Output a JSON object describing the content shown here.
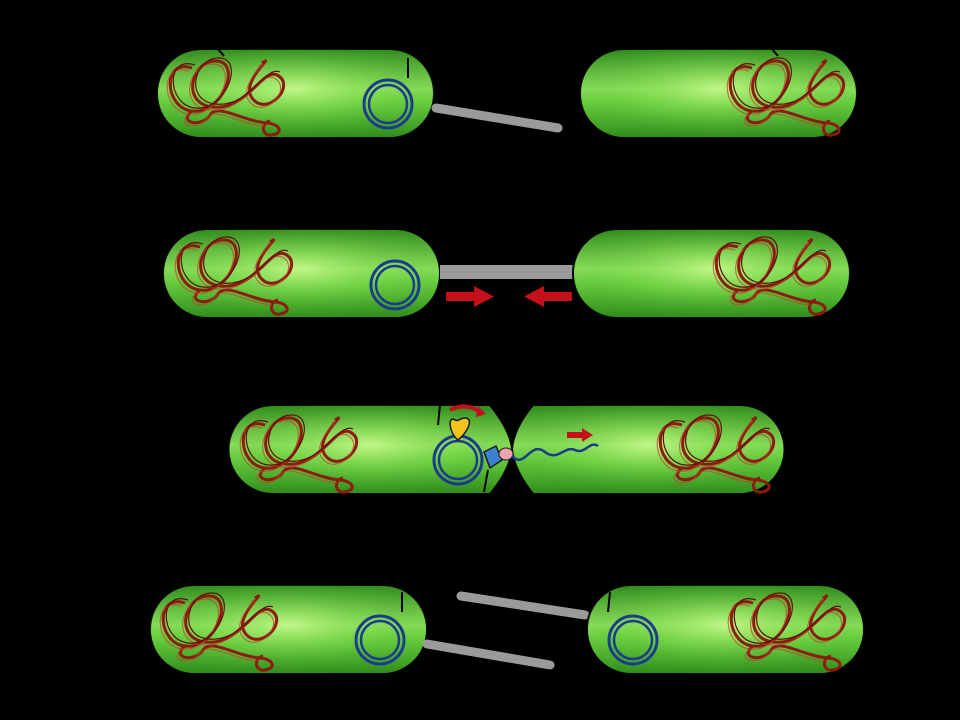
{
  "diagram": {
    "colors": {
      "background": "#000000",
      "cell_edge": "#2f8a1c",
      "cell_mid": "#5fc53a",
      "cell_light": "#b9f27f",
      "chromosome": "#8b1c0e",
      "plasmid": "#1b3c8c",
      "pilus": "#9a9a9a",
      "arrow": "#c4101a",
      "enzyme_yellow": "#f2c21d",
      "enzyme_blue": "#3e7fd0",
      "enzyme_pink": "#f0a3b0"
    },
    "stages": [
      {
        "id": "stage-1",
        "description_icons": [
          "donor-cell",
          "recipient-cell",
          "pilus-extending"
        ]
      },
      {
        "id": "stage-2",
        "description_icons": [
          "donor-cell",
          "recipient-cell",
          "pilus-connecting",
          "pull-arrow-right",
          "pull-arrow-left"
        ]
      },
      {
        "id": "stage-3",
        "description_icons": [
          "donor-cell",
          "recipient-cell",
          "relaxase-enzyme",
          "transferred-strand",
          "transfer-arrow",
          "rotation-arrow"
        ]
      },
      {
        "id": "stage-4",
        "description_icons": [
          "donor-cell",
          "recipient-cell",
          "pilus-detached",
          "plasmid-donor",
          "plasmid-recipient"
        ]
      }
    ]
  }
}
